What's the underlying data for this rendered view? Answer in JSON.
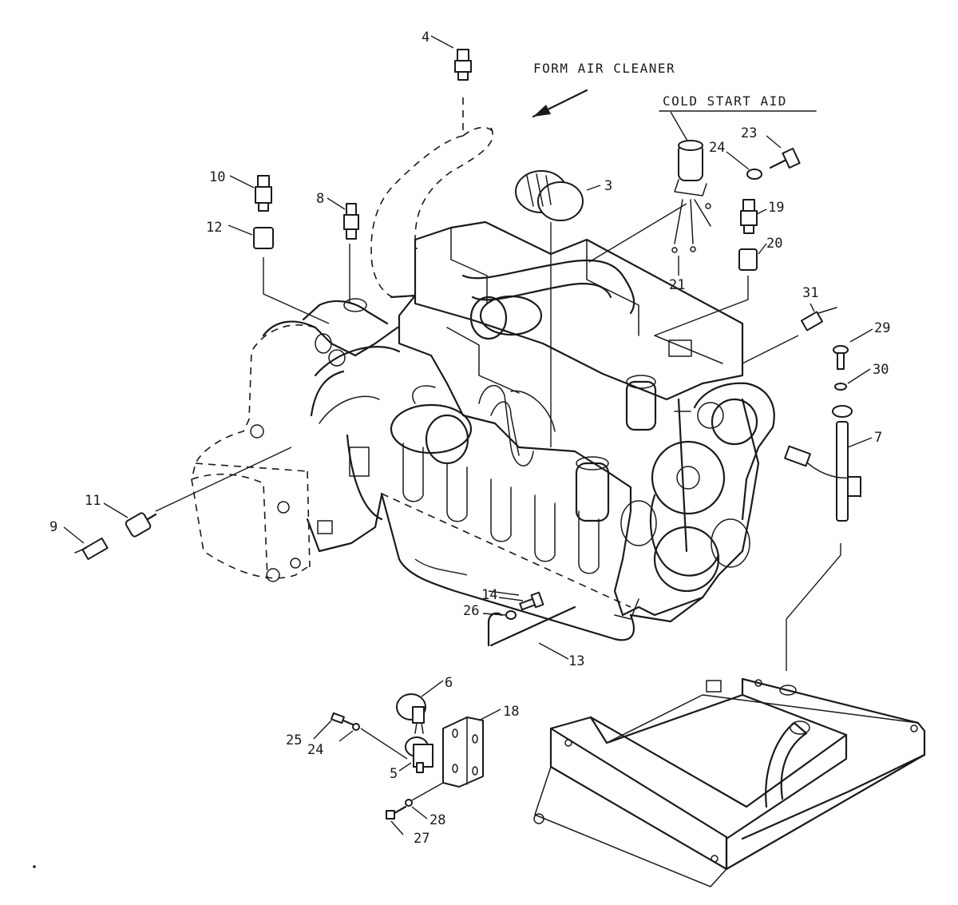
{
  "annotations": {
    "from_air_cleaner": "FORM AIR CLEANER",
    "cold_start_aid": "COLD START AID"
  },
  "callouts": {
    "c3": "3",
    "c4": "4",
    "c5": "5",
    "c6": "6",
    "c7": "7",
    "c8": "8",
    "c9": "9",
    "c10": "10",
    "c11": "11",
    "c12": "12",
    "c13": "13",
    "c14": "14",
    "c18": "18",
    "c19": "19",
    "c20": "20",
    "c21": "21",
    "c23": "23",
    "c24a": "24",
    "c24b": "24",
    "c25": "25",
    "c26": "26",
    "c27": "27",
    "c28": "28",
    "c29": "29",
    "c30": "30",
    "c31": "31"
  }
}
